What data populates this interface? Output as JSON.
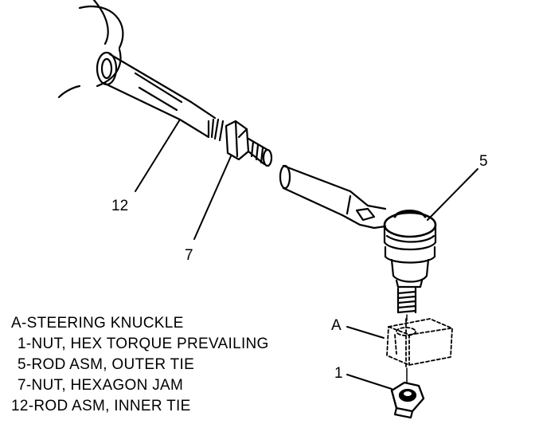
{
  "callouts": {
    "c12": "12",
    "c7": "7",
    "c5": "5",
    "cA": "A",
    "c1": "1"
  },
  "legend": [
    "A-STEERING KNUCKLE",
    "1-NUT, HEX TORQUE PREVAILING",
    "5-ROD ASM, OUTER TIE",
    "7-NUT, HEXAGON JAM",
    "12-ROD ASM, INNER TIE"
  ],
  "colors": {
    "ink": "#000000",
    "paper": "#ffffff"
  }
}
